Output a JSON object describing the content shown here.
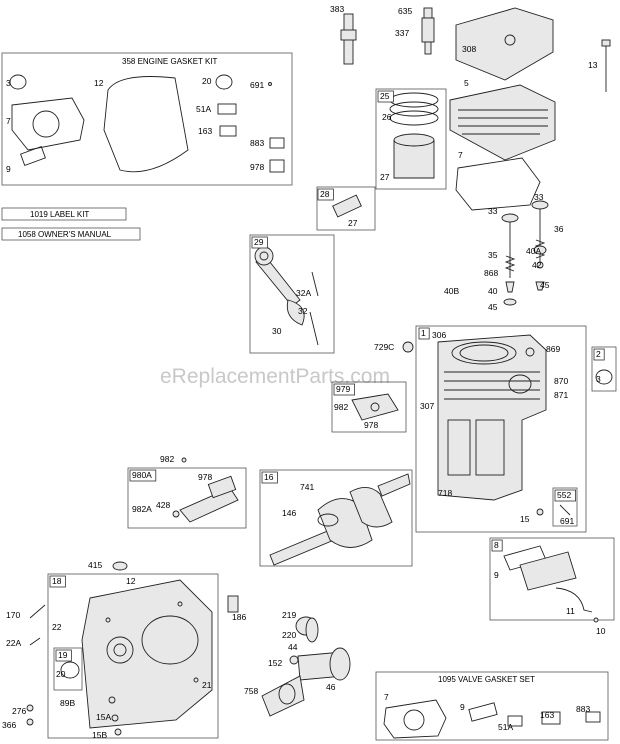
{
  "watermark": "eReplacementParts.com",
  "kits": {
    "engine_gasket_kit": "358 ENGINE GASKET KIT",
    "label_kit": "1019 LABEL KIT",
    "owners_manual": "1058 OWNER'S MANUAL",
    "valve_gasket_set": "1095 VALVE GASKET SET"
  },
  "callouts": [
    {
      "id": "c383",
      "text": "383"
    },
    {
      "id": "c635",
      "text": "635"
    },
    {
      "id": "c337",
      "text": "337"
    },
    {
      "id": "c308",
      "text": "308"
    },
    {
      "id": "c13",
      "text": "13"
    },
    {
      "id": "c5",
      "text": "5"
    },
    {
      "id": "g3",
      "text": "3"
    },
    {
      "id": "g7",
      "text": "7"
    },
    {
      "id": "g9",
      "text": "9"
    },
    {
      "id": "g12",
      "text": "12"
    },
    {
      "id": "g20",
      "text": "20"
    },
    {
      "id": "g691",
      "text": "691"
    },
    {
      "id": "g51a",
      "text": "51A"
    },
    {
      "id": "g163",
      "text": "163"
    },
    {
      "id": "g883",
      "text": "883"
    },
    {
      "id": "g978",
      "text": "978"
    },
    {
      "id": "b25",
      "text": "25"
    },
    {
      "id": "c26",
      "text": "26"
    },
    {
      "id": "c27a",
      "text": "27"
    },
    {
      "id": "h7",
      "text": "7"
    },
    {
      "id": "b28",
      "text": "28"
    },
    {
      "id": "c27b",
      "text": "27"
    },
    {
      "id": "c33a",
      "text": "33"
    },
    {
      "id": "c33b",
      "text": "33"
    },
    {
      "id": "c36",
      "text": "36"
    },
    {
      "id": "c35",
      "text": "35"
    },
    {
      "id": "c40a",
      "text": "40A"
    },
    {
      "id": "c42",
      "text": "42"
    },
    {
      "id": "c868",
      "text": "868"
    },
    {
      "id": "c40b",
      "text": "40B"
    },
    {
      "id": "c40",
      "text": "40"
    },
    {
      "id": "c45a",
      "text": "45"
    },
    {
      "id": "c45b",
      "text": "45"
    },
    {
      "id": "b29",
      "text": "29"
    },
    {
      "id": "c32a",
      "text": "32A"
    },
    {
      "id": "c32",
      "text": "32"
    },
    {
      "id": "c30",
      "text": "30"
    },
    {
      "id": "b1",
      "text": "1"
    },
    {
      "id": "c306",
      "text": "306"
    },
    {
      "id": "c869",
      "text": "869"
    },
    {
      "id": "c729c",
      "text": "729C"
    },
    {
      "id": "c870",
      "text": "870"
    },
    {
      "id": "c871",
      "text": "871"
    },
    {
      "id": "c307",
      "text": "307"
    },
    {
      "id": "c718",
      "text": "718"
    },
    {
      "id": "b552",
      "text": "552"
    },
    {
      "id": "c15a",
      "text": "15"
    },
    {
      "id": "c691b",
      "text": "691"
    },
    {
      "id": "b2",
      "text": "2"
    },
    {
      "id": "c3b",
      "text": "3"
    },
    {
      "id": "b979",
      "text": "979"
    },
    {
      "id": "c982a",
      "text": "982"
    },
    {
      "id": "c978b",
      "text": "978"
    },
    {
      "id": "c982b",
      "text": "982"
    },
    {
      "id": "b980a",
      "text": "980A"
    },
    {
      "id": "c978c",
      "text": "978"
    },
    {
      "id": "c428",
      "text": "428"
    },
    {
      "id": "c982c",
      "text": "982A"
    },
    {
      "id": "b16",
      "text": "16"
    },
    {
      "id": "c741",
      "text": "741"
    },
    {
      "id": "c146",
      "text": "146"
    },
    {
      "id": "b8",
      "text": "8"
    },
    {
      "id": "c9b",
      "text": "9"
    },
    {
      "id": "c11",
      "text": "11"
    },
    {
      "id": "c10",
      "text": "10"
    },
    {
      "id": "c415",
      "text": "415"
    },
    {
      "id": "b18",
      "text": "18"
    },
    {
      "id": "c12b",
      "text": "12"
    },
    {
      "id": "c170",
      "text": "170"
    },
    {
      "id": "c22",
      "text": "22"
    },
    {
      "id": "c22a",
      "text": "22A"
    },
    {
      "id": "b19",
      "text": "19"
    },
    {
      "id": "c20b",
      "text": "20"
    },
    {
      "id": "c186",
      "text": "186"
    },
    {
      "id": "c21",
      "text": "21"
    },
    {
      "id": "c276",
      "text": "276"
    },
    {
      "id": "c366",
      "text": "366"
    },
    {
      "id": "c89b",
      "text": "89B"
    },
    {
      "id": "c15a2",
      "text": "15A"
    },
    {
      "id": "c15b",
      "text": "15B"
    },
    {
      "id": "c219",
      "text": "219"
    },
    {
      "id": "c220",
      "text": "220"
    },
    {
      "id": "c44",
      "text": "44"
    },
    {
      "id": "c152",
      "text": "152"
    },
    {
      "id": "c46",
      "text": "46"
    },
    {
      "id": "c758",
      "text": "758"
    },
    {
      "id": "v7",
      "text": "7"
    },
    {
      "id": "v9",
      "text": "9"
    },
    {
      "id": "v51a",
      "text": "51A"
    },
    {
      "id": "v163",
      "text": "163"
    },
    {
      "id": "v883",
      "text": "883"
    }
  ]
}
